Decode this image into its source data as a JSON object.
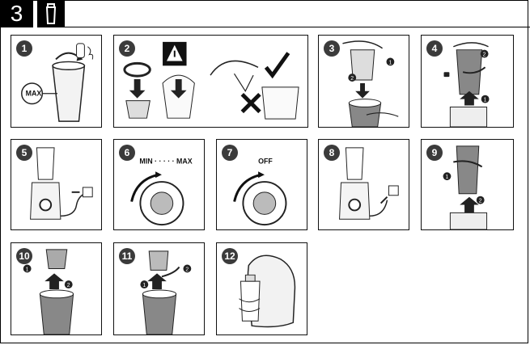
{
  "header": {
    "section_number": "3",
    "section_icon": "bottle-icon"
  },
  "steps": [
    {
      "number": "1",
      "labels": {
        "max": "MAX"
      }
    },
    {
      "number": "2"
    },
    {
      "number": "3",
      "callouts": [
        "1",
        "2"
      ]
    },
    {
      "number": "4",
      "callouts": [
        "1",
        "2"
      ]
    },
    {
      "number": "5"
    },
    {
      "number": "6",
      "labels": {
        "range": "MIN · · · · · MAX"
      }
    },
    {
      "number": "7",
      "labels": {
        "off": "OFF"
      }
    },
    {
      "number": "8"
    },
    {
      "number": "9",
      "callouts": [
        "1",
        "2"
      ]
    },
    {
      "number": "10",
      "callouts": [
        "1",
        "2"
      ]
    },
    {
      "number": "11",
      "callouts": [
        "1",
        "2"
      ]
    },
    {
      "number": "12"
    }
  ]
}
